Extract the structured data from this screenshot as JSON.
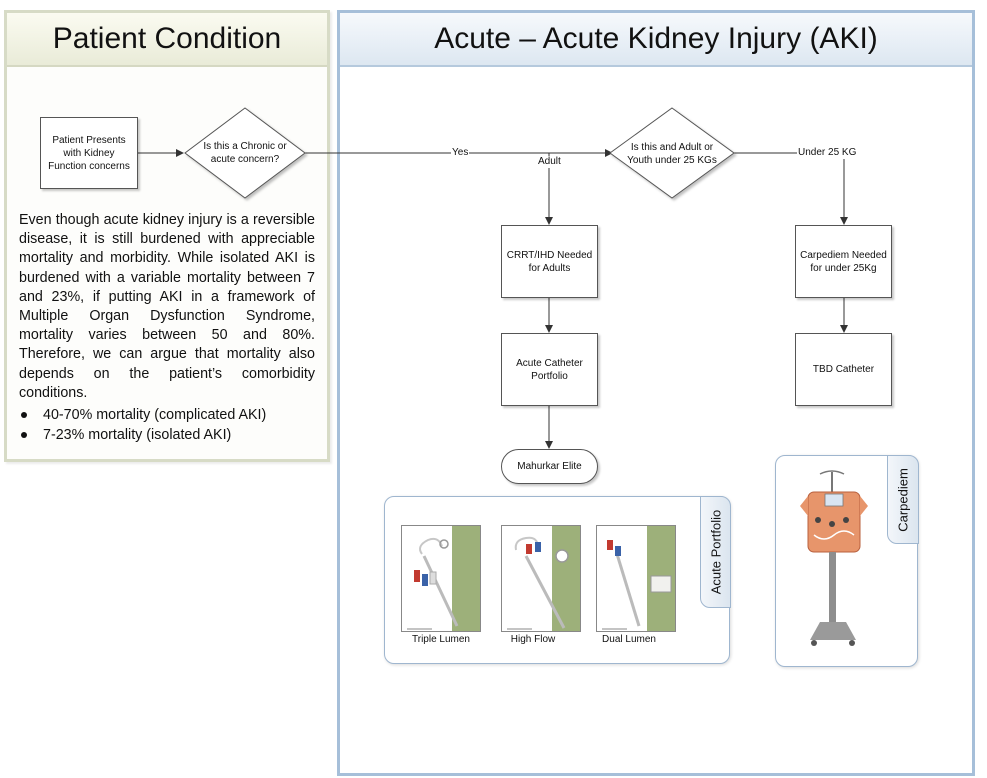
{
  "patient_condition": {
    "title": "Patient Condition",
    "start_box": "Patient Presents with Kidney Function concerns",
    "decision": "Is this a Chronic or acute concern?",
    "description": "Even though acute kidney injury is a reversible disease, it is still burdened with appreciable mortality and morbidity. While isolated AKI is burdened with a variable mortality between 7 and 23%, if putting AKI in a framework of Multiple Organ Dysfunction Syndrome, mortality varies between 50 and 80%. Therefore, we can argue that mortality also depends on the patient’s comorbidity conditions.",
    "bullets": [
      "40-70% mortality (complicated AKI)",
      "7-23% mortality (isolated AKI)"
    ]
  },
  "acute": {
    "title": "Acute – Acute Kidney Injury (AKI)",
    "edge_yes": "Yes",
    "decision": "Is this and Adult or Youth under 25 KGs",
    "edge_adult": "Adult",
    "edge_under25": "Under 25 KG",
    "crrt_box": "CRRT/IHD Needed for Adults",
    "carpediem_box": "Carpediem Needed for under 25Kg",
    "acute_catheter_box": "Acute Catheter Portfolio",
    "tbd_box": "TBD Catheter",
    "terminator": "Mahurkar Elite",
    "acute_portfolio": {
      "tab": "Acute Portfolio",
      "products": [
        "Triple Lumen",
        "High Flow",
        "Dual Lumen"
      ]
    },
    "carpediem_tab": "Carpediem"
  },
  "colors": {
    "left_border": "#d7dbc6",
    "right_border": "#a6bfd9",
    "connector": "#333333",
    "product_green": "#9db07a",
    "machine_orange": "#e7956b"
  }
}
